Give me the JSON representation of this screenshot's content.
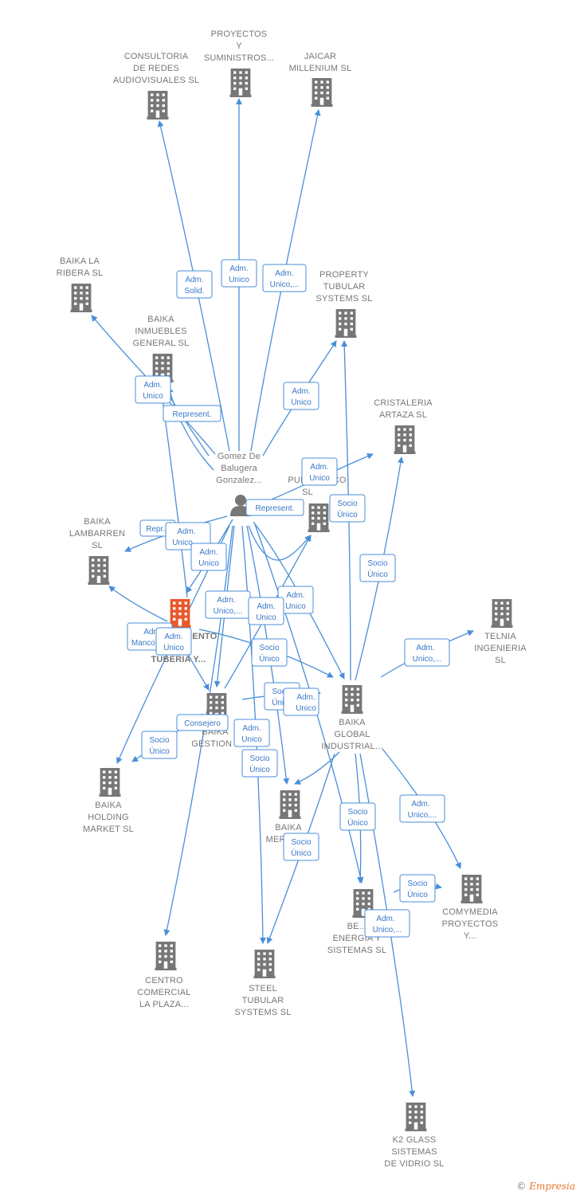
{
  "colors": {
    "edge": "#4a8ed8",
    "building": "#777777",
    "building_highlight": "#e8582a",
    "label": "#777777"
  },
  "person": {
    "lines": [
      "Gomez De",
      "Balugera",
      "Gonzalez..."
    ]
  },
  "nodes": [
    {
      "id": "consultoria",
      "lines": [
        "CONSULTORIA",
        "DE REDES",
        "AUDIOVISUALES SL"
      ]
    },
    {
      "id": "proyectos",
      "lines": [
        "PROYECTOS",
        "Y",
        "SUMINISTROS..."
      ]
    },
    {
      "id": "jaicar",
      "lines": [
        "JAICAR",
        "MILLENIUM  SL"
      ]
    },
    {
      "id": "baika_ribera",
      "lines": [
        "BAIKA LA",
        "RIBERA  SL"
      ]
    },
    {
      "id": "property",
      "lines": [
        "PROPERTY",
        "TUBULAR",
        "SYSTEMS  SL"
      ]
    },
    {
      "id": "baika_inmuebles",
      "lines": [
        "BAIKA",
        "INMUEBLES",
        "GENERAL  SL"
      ]
    },
    {
      "id": "cristaleria",
      "lines": [
        "CRISTALERIA",
        "ARTAZA SL"
      ]
    },
    {
      "id": "puerto",
      "lines": [
        "PUERTO...CO",
        "SL"
      ]
    },
    {
      "id": "lambarren",
      "lines": [
        "BAIKA",
        "LAMBARREN",
        "SL"
      ]
    },
    {
      "id": "tuberia",
      "lines": [
        "...ENTO",
        "TUBERIA Y..."
      ],
      "highlight": true
    },
    {
      "id": "telnia",
      "lines": [
        "TELNIA",
        "INGENIERIA",
        "SL"
      ]
    },
    {
      "id": "baika_global",
      "lines": [
        "BAIKA",
        "GLOBAL",
        "INDUSTRIAL..."
      ]
    },
    {
      "id": "baika_gestion",
      "lines": [
        "BAIKA",
        "GESTION S..."
      ]
    },
    {
      "id": "baika_holding",
      "lines": [
        "BAIKA",
        "HOLDING",
        "MARKET  SL"
      ]
    },
    {
      "id": "baika_merca",
      "lines": [
        "BAIKA",
        "MERCA...L"
      ]
    },
    {
      "id": "comymedia",
      "lines": [
        "COMYMEDIA",
        "PROYECTOS",
        "Y..."
      ]
    },
    {
      "id": "be_energia",
      "lines": [
        "BE...",
        "ENERGIA Y",
        "SISTEMAS  SL"
      ]
    },
    {
      "id": "centro",
      "lines": [
        "CENTRO",
        "COMERCIAL",
        "LA PLAZA..."
      ]
    },
    {
      "id": "steel",
      "lines": [
        "STEEL",
        "TUBULAR",
        "SYSTEMS  SL"
      ]
    },
    {
      "id": "k2",
      "lines": [
        "K2 GLASS",
        "SISTEMAS",
        "DE VIDRIO  SL"
      ]
    }
  ],
  "edge_labels": [
    {
      "id": "e1",
      "lines": [
        "Adm.",
        "Solid."
      ]
    },
    {
      "id": "e2",
      "lines": [
        "Adm.",
        "Unico"
      ]
    },
    {
      "id": "e3",
      "lines": [
        "Adm.",
        "Unico,..."
      ]
    },
    {
      "id": "e4",
      "lines": [
        "Adm.",
        "Unico"
      ]
    },
    {
      "id": "e5",
      "lines": [
        "Represent."
      ]
    },
    {
      "id": "e6",
      "lines": [
        "Adm.",
        "Unico"
      ]
    },
    {
      "id": "e7",
      "lines": [
        "Adm.",
        "Unico"
      ]
    },
    {
      "id": "e8",
      "lines": [
        "Represent."
      ]
    },
    {
      "id": "e9",
      "lines": [
        "Socio",
        "Único"
      ]
    },
    {
      "id": "e10",
      "lines": [
        "Repr..."
      ]
    },
    {
      "id": "e11",
      "lines": [
        "Adm.",
        "Unico"
      ]
    },
    {
      "id": "e12",
      "lines": [
        "Adm.",
        "Unico"
      ]
    },
    {
      "id": "e13",
      "lines": [
        "Socio",
        "Único"
      ]
    },
    {
      "id": "e14",
      "lines": [
        "Adm.",
        "Unico,..."
      ]
    },
    {
      "id": "e15",
      "lines": [
        "Adm.",
        "Unico"
      ]
    },
    {
      "id": "e16",
      "lines": [
        "Adm.",
        "Unico"
      ]
    },
    {
      "id": "e17",
      "lines": [
        "Adm.",
        "Manco..."
      ]
    },
    {
      "id": "e18",
      "lines": [
        "Adm.",
        "Unico"
      ]
    },
    {
      "id": "e19",
      "lines": [
        "Socio",
        "Único"
      ]
    },
    {
      "id": "e20",
      "lines": [
        "Adm.",
        "Unico,..."
      ]
    },
    {
      "id": "e21",
      "lines": [
        "Socio",
        "Único"
      ]
    },
    {
      "id": "e22",
      "lines": [
        "Adm.",
        "Unico"
      ]
    },
    {
      "id": "e23",
      "lines": [
        "Consejero"
      ]
    },
    {
      "id": "e24",
      "lines": [
        "Socio",
        "Único"
      ]
    },
    {
      "id": "e25",
      "lines": [
        "Adm.",
        "Unico"
      ]
    },
    {
      "id": "e26",
      "lines": [
        "Socio",
        "Único"
      ]
    },
    {
      "id": "e27",
      "lines": [
        "Adm.",
        "Unico,..."
      ]
    },
    {
      "id": "e28",
      "lines": [
        "Socio",
        "Único"
      ]
    },
    {
      "id": "e29",
      "lines": [
        "Socio",
        "Único"
      ]
    },
    {
      "id": "e30",
      "lines": [
        "Socio",
        "Único"
      ]
    },
    {
      "id": "e31",
      "lines": [
        "Adm.",
        "Unico,..."
      ]
    }
  ],
  "footer": {
    "copyright": "©",
    "brand": "Empresia"
  }
}
